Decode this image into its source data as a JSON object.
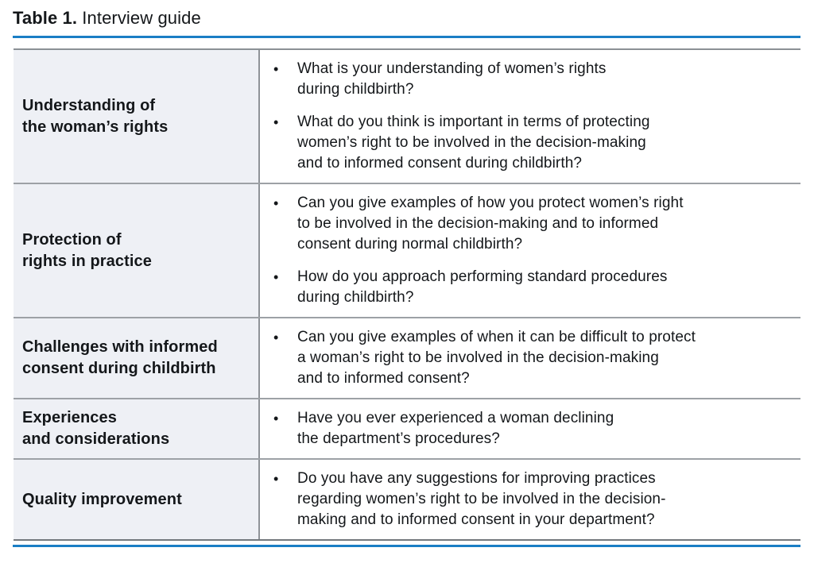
{
  "title": {
    "bold": "Table 1.",
    "rest": " Interview guide"
  },
  "accent_color": "#1a7ec5",
  "bullet_glyph": "•",
  "table": {
    "rows": [
      {
        "label_lines": [
          "Understanding of",
          "the woman’s rights"
        ],
        "bullets": [
          [
            "What is your understanding of women’s rights",
            "during childbirth?"
          ],
          [
            "What do you think is important in terms of protecting",
            "women’s right to be involved in the decision-making",
            "and to informed consent during childbirth?"
          ]
        ]
      },
      {
        "label_lines": [
          "Protection of",
          "rights in practice"
        ],
        "bullets": [
          [
            "Can you give examples of how you protect women’s right",
            "to be involved in the decision-making and to informed",
            "consent during normal childbirth?"
          ],
          [
            "How do you approach performing standard procedures",
            "during childbirth?"
          ]
        ]
      },
      {
        "label_lines": [
          "Challenges with informed",
          "consent during childbirth"
        ],
        "bullets": [
          [
            "Can you give examples of when it can be difficult to protect",
            "a woman’s right to be involved in the decision-making",
            "and to informed consent?"
          ]
        ]
      },
      {
        "label_lines": [
          "Experiences",
          "and considerations"
        ],
        "bullets": [
          [
            "Have you ever experienced a woman declining",
            "the department’s procedures?"
          ]
        ]
      },
      {
        "label_lines": [
          "Quality improvement"
        ],
        "bullets": [
          [
            "Do you have any suggestions for improving practices",
            "regarding women’s right to be involved in the decision-",
            "making and to informed consent in your department?"
          ]
        ]
      }
    ]
  }
}
